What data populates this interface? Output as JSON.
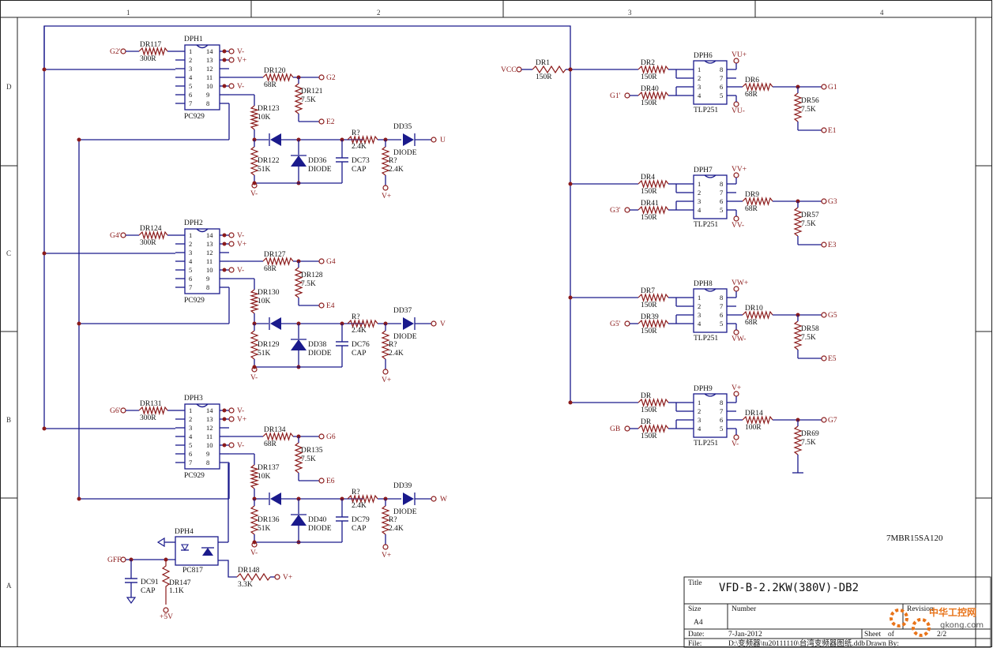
{
  "border": {
    "columns": [
      "1",
      "2",
      "3",
      "4"
    ],
    "rows": [
      "D",
      "C",
      "B",
      "A"
    ]
  },
  "channels": [
    {
      "opto": "DPH1",
      "opto_part": "PC929",
      "in_net": "G2'",
      "in_res": "DR117",
      "in_res_val": "300R",
      "gate_res": "DR120",
      "gate_res_val": "68R",
      "gate_net": "G2",
      "ge_res": "DR121",
      "ge_res_val": "7.5K",
      "emit_net": "E2",
      "r10k": "DR123",
      "r10k_val": "10K",
      "r51k": "DR122",
      "r51k_val": "51K",
      "zener": "DD36",
      "zener_part": "DIODE",
      "cap": "DC73",
      "cap_part": "CAP",
      "r_series": "R?",
      "r_series_val": "2.4K",
      "r_shunt": "R?",
      "r_shunt_val": "2.4K",
      "out_diode": "DD35",
      "out_diode_part": "DIODE",
      "out_net": "U",
      "pin14_net": "V-",
      "pin13_net": "V+",
      "pin10_net": "V-",
      "bottom_neg": "V-",
      "bottom_pos": "V+"
    },
    {
      "opto": "DPH2",
      "opto_part": "PC929",
      "in_net": "G4'",
      "in_res": "DR124",
      "in_res_val": "300R",
      "gate_res": "DR127",
      "gate_res_val": "68R",
      "gate_net": "G4",
      "ge_res": "DR128",
      "ge_res_val": "7.5K",
      "emit_net": "E4",
      "r10k": "DR130",
      "r10k_val": "10K",
      "r51k": "DR129",
      "r51k_val": "51K",
      "zener": "DD38",
      "zener_part": "DIODE",
      "cap": "DC76",
      "cap_part": "CAP",
      "r_series": "R?",
      "r_series_val": "2.4K",
      "r_shunt": "R?",
      "r_shunt_val": "2.4K",
      "out_diode": "DD37",
      "out_diode_part": "DIODE",
      "out_net": "V",
      "pin14_net": "V-",
      "pin13_net": "V+",
      "pin10_net": "V-",
      "bottom_neg": "V-",
      "bottom_pos": "V+"
    },
    {
      "opto": "DPH3",
      "opto_part": "PC929",
      "in_net": "G6'",
      "in_res": "DR131",
      "in_res_val": "300R",
      "gate_res": "DR134",
      "gate_res_val": "68R",
      "gate_net": "G6",
      "ge_res": "DR135",
      "ge_res_val": "7.5K",
      "emit_net": "E6",
      "r10k": "DR137",
      "r10k_val": "10K",
      "r51k": "DR136",
      "r51k_val": "51K",
      "zener": "DD40",
      "zener_part": "DIODE",
      "cap": "DC79",
      "cap_part": "CAP",
      "r_series": "R?",
      "r_series_val": "2.4K",
      "r_shunt": "R?",
      "r_shunt_val": "2.4K",
      "out_diode": "DD39",
      "out_diode_part": "DIODE",
      "out_net": "W",
      "pin14_net": "V-",
      "pin13_net": "V+",
      "pin10_net": "V-",
      "bottom_neg": "V-",
      "bottom_pos": "V+"
    }
  ],
  "pin_left": [
    "1",
    "2",
    "3",
    "4",
    "5",
    "6",
    "7"
  ],
  "pin_right": [
    "14",
    "13",
    "12",
    "11",
    "10",
    "9",
    "8"
  ],
  "fault": {
    "opto": "DPH4",
    "opto_part": "PC817",
    "net": "GFF",
    "cap": "DC91",
    "cap_part": "CAP",
    "pull_res": "DR147",
    "pull_res_val": "1.1K",
    "supply": "+5V",
    "res": "DR148",
    "res_val": "3.3K",
    "res_net": "V+"
  },
  "vcc": {
    "net": "VCC",
    "res": "DR1",
    "res_val": "150R"
  },
  "low_side": [
    {
      "opto": "DPH6",
      "part": "TLP251",
      "r_top": "DR2",
      "r_top_val": "150R",
      "in_net": "G1'",
      "r_bot": "DR40",
      "r_bot_val": "150R",
      "top_net": "VU+",
      "bot_net": "VU-",
      "gate_res": "DR6",
      "gate_res_val": "68R",
      "gate_net": "G1",
      "ge_res": "DR56",
      "ge_res_val": "7.5K",
      "emit_net": "E1"
    },
    {
      "opto": "DPH7",
      "part": "TLP251",
      "r_top": "DR4",
      "r_top_val": "150R",
      "in_net": "G3'",
      "r_bot": "DR41",
      "r_bot_val": "150R",
      "top_net": "VV+",
      "bot_net": "VV-",
      "gate_res": "DR9",
      "gate_res_val": "68R",
      "gate_net": "G3",
      "ge_res": "DR57",
      "ge_res_val": "7.5K",
      "emit_net": "E3"
    },
    {
      "opto": "DPH8",
      "part": "TLP251",
      "r_top": "DR7",
      "r_top_val": "150R",
      "in_net": "G5'",
      "r_bot": "DR39",
      "r_bot_val": "150R",
      "top_net": "VW+",
      "bot_net": "VW-",
      "gate_res": "DR10",
      "gate_res_val": "68R",
      "gate_net": "G5",
      "ge_res": "DR58",
      "ge_res_val": "7.5K",
      "emit_net": "E5"
    },
    {
      "opto": "DPH9",
      "part": "TLP251",
      "r_top": "DR",
      "r_top_val": "150R",
      "in_net": "GB",
      "r_bot": "DR",
      "r_bot_val": "150R",
      "top_net": "V+",
      "bot_net": "V-",
      "gate_res": "DR14",
      "gate_res_val": "100R",
      "gate_net": "G7",
      "ge_res": "DR69",
      "ge_res_val": "7.5K",
      "emit_net": ""
    }
  ],
  "tlp_pins_left": [
    "1",
    "2",
    "3",
    "4"
  ],
  "tlp_pins_right": [
    "8",
    "7",
    "6",
    "5"
  ],
  "module_note": "7MBR15SA120",
  "title_block": {
    "title_label": "Title",
    "title": "VFD-B-2.2KW(380V)-DB2",
    "size_label": "Size",
    "size": "A4",
    "number_label": "Number",
    "revision_label": "Revision",
    "date_label": "Date:",
    "date": "7-Jan-2012",
    "sheet_label": "Sheet",
    "sheet_of": "of",
    "sheet": "2/2",
    "file_label": "File:",
    "file": "D:\\变频器\\tu20111110\\台湾变频器图纸.ddb",
    "drawn_label": "Drawn By:"
  },
  "watermark": {
    "cn": "中华工控网",
    "url": "gkong.com"
  },
  "colors": {
    "wire": "#1a1a8c",
    "net_label": "#8b1a1a",
    "watermark": "#e8741a"
  }
}
